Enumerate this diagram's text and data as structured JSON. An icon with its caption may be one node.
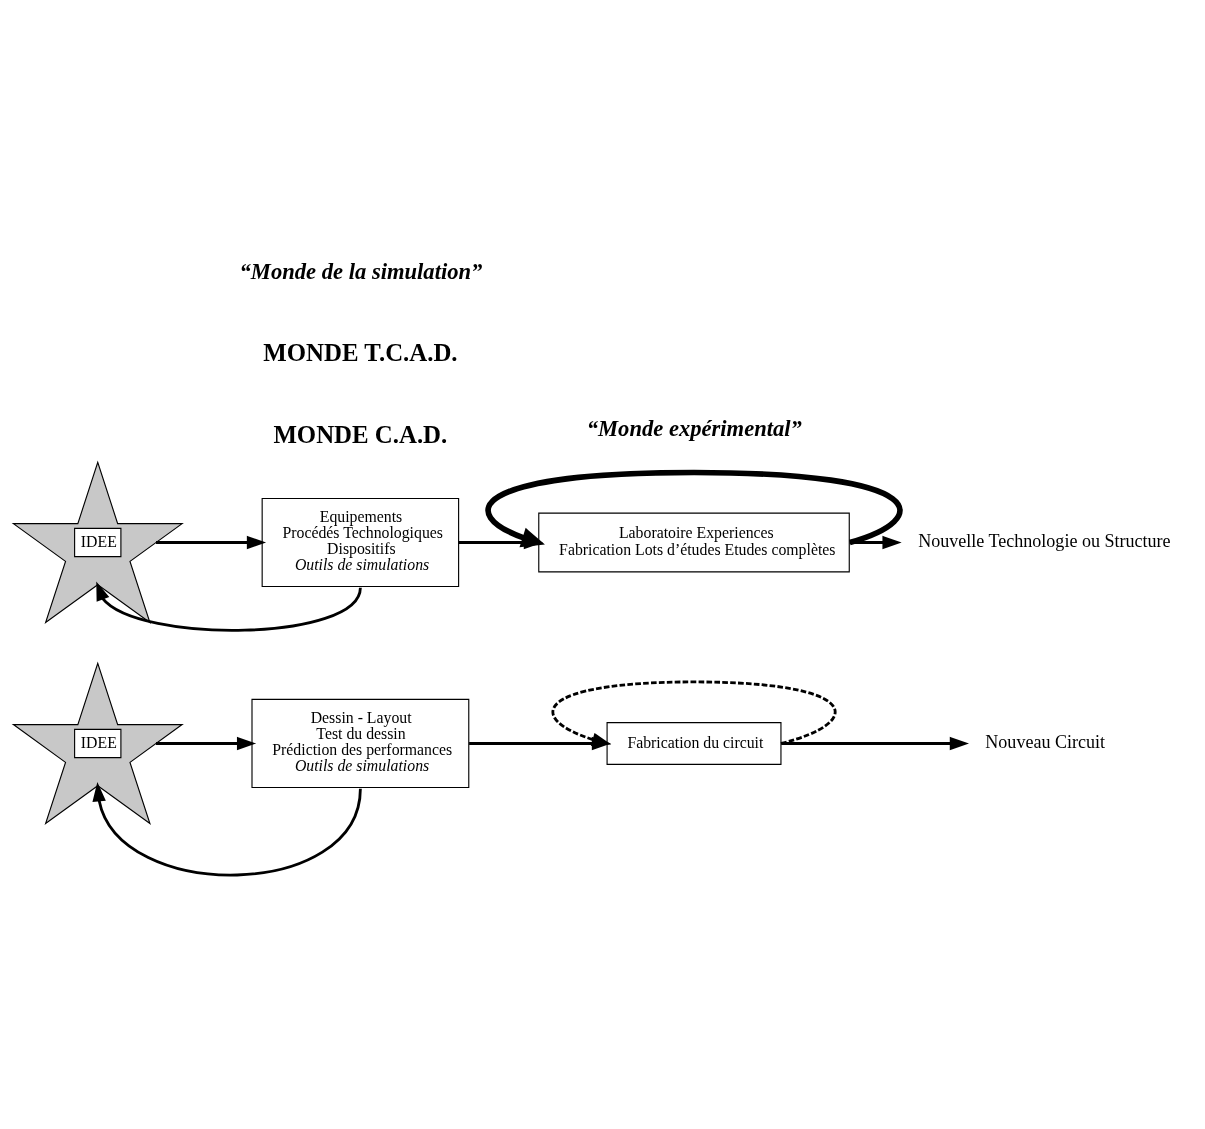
{
  "diagram": {
    "nodes": [
      {
        "text": [
          "IDEE"
        ]
      },
      {
        "text": [
          "Dessin - Layout",
          "Test du dessin",
          "Prédiction des performances",
          "Outils de simulations"
        ]
      },
      {
        "text": [
          "Fabrication du circuit"
        ]
      },
      {
        "text": [
          "Nouveau Circuit"
        ]
      },
      {
        "text": [
          "IDEE"
        ]
      },
      {
        "text": [
          "Equipements",
          "Procédés Technologiques",
          "Dispositifs",
          "Outils de simulations"
        ]
      },
      {
        "text": [
          "Laboratoire Experiences",
          "Fabrication Lots d’études Etudes complètes"
        ]
      },
      {
        "text": [
          "Nouvelle Technologie ou Structure"
        ]
      }
    ],
    "edges": [
      {
        "from": 0,
        "to": 1,
        "arrow": "to"
      },
      {
        "from": 1,
        "to": 2,
        "arrow": "to"
      },
      {
        "from": 2,
        "to": 3,
        "arrow": "to"
      },
      {
        "from": 1,
        "to": 0,
        "arrow": "to"
      },
      {
        "from": 2,
        "to": 2,
        "arrow": "to",
        "style": "dashed"
      },
      {
        "from": 4,
        "to": 5,
        "arrow": "to"
      },
      {
        "from": 5,
        "to": 6,
        "arrow": "to"
      },
      {
        "from": 6,
        "to": 7,
        "arrow": "to"
      },
      {
        "from": 5,
        "to": 4,
        "arrow": "to"
      },
      {
        "from": 6,
        "to": 6,
        "arrow": "to",
        "style": "thick"
      }
    ],
    "labels": [
      "MONDE C.A.D.",
      "MONDE T.C.A.D.",
      "“Monde de la simulation”",
      "“Monde expérimental”"
    ]
  }
}
